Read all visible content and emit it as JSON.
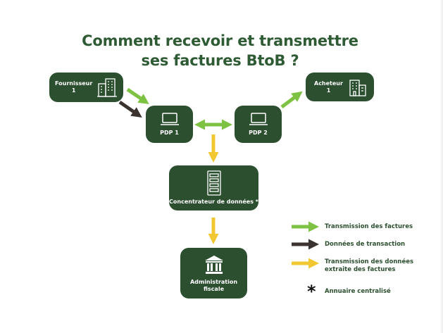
{
  "title": {
    "line1": "Comment recevoir et transmettre",
    "line2": "ses factures BtoB ?"
  },
  "nodes": {
    "fournisseur": {
      "line1": "Fournisseur",
      "line2": "1"
    },
    "acheteur": {
      "line1": "Acheteur",
      "line2": "1"
    },
    "pdp1": {
      "label": "PDP 1"
    },
    "pdp2": {
      "label": "PDP 2"
    },
    "concentrateur": {
      "label": "Concentrateur de données *"
    },
    "administration": {
      "line1": "Administration",
      "line2": "fiscale"
    }
  },
  "legend": {
    "green": "Transmission des factures",
    "dark": "Données de transaction",
    "yellow_line1": "Transmission des données",
    "yellow_line2": "extraite des factures",
    "star_symbol": "*",
    "star_text": "Annuaire centralisé"
  },
  "colors": {
    "box": "#2b4f2f",
    "title": "#2e5a34",
    "green_arrow": "#7dc243",
    "dark_arrow": "#3a3330",
    "yellow_arrow": "#f2c832"
  }
}
